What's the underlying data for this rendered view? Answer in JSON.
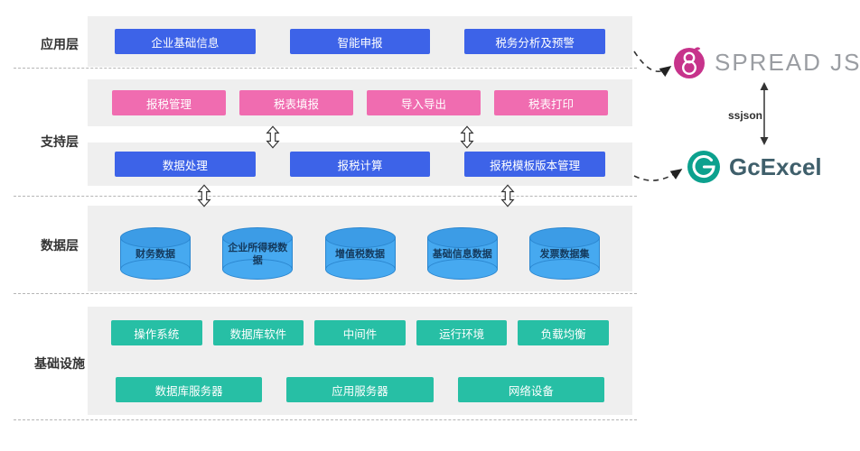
{
  "layers": {
    "app": {
      "label": "应用层",
      "boxes": [
        "企业基础信息",
        "智能申报",
        "税务分析及预警"
      ]
    },
    "support": {
      "label": "支持层",
      "pink_boxes": [
        "报税管理",
        "税表填报",
        "导入导出",
        "税表打印"
      ],
      "blue_boxes": [
        "数据处理",
        "报税计算",
        "报税模板版本管理"
      ]
    },
    "data": {
      "label": "数据层",
      "cylinders": [
        "财务数据",
        "企业所得税数据",
        "增值税数据",
        "基础信息数据",
        "发票数据集"
      ]
    },
    "infra": {
      "label": "基础设施",
      "row1": [
        "操作系统",
        "数据库软件",
        "中间件",
        "运行环境",
        "负载均衡"
      ],
      "row2": [
        "数据库服务器",
        "应用服务器",
        "网络设备"
      ]
    }
  },
  "integration": {
    "spreadjs_label": "SPREAD JS",
    "link_label": "ssjson",
    "gcexcel_label": "GcExcel"
  },
  "colors": {
    "blue": "#3D63E8",
    "pink": "#F06CB0",
    "teal": "#27BFA5",
    "cylinder": "#46A9F0",
    "spreadjs-brand": "#C7338B",
    "gcexcel-brand": "#0CA18E"
  }
}
